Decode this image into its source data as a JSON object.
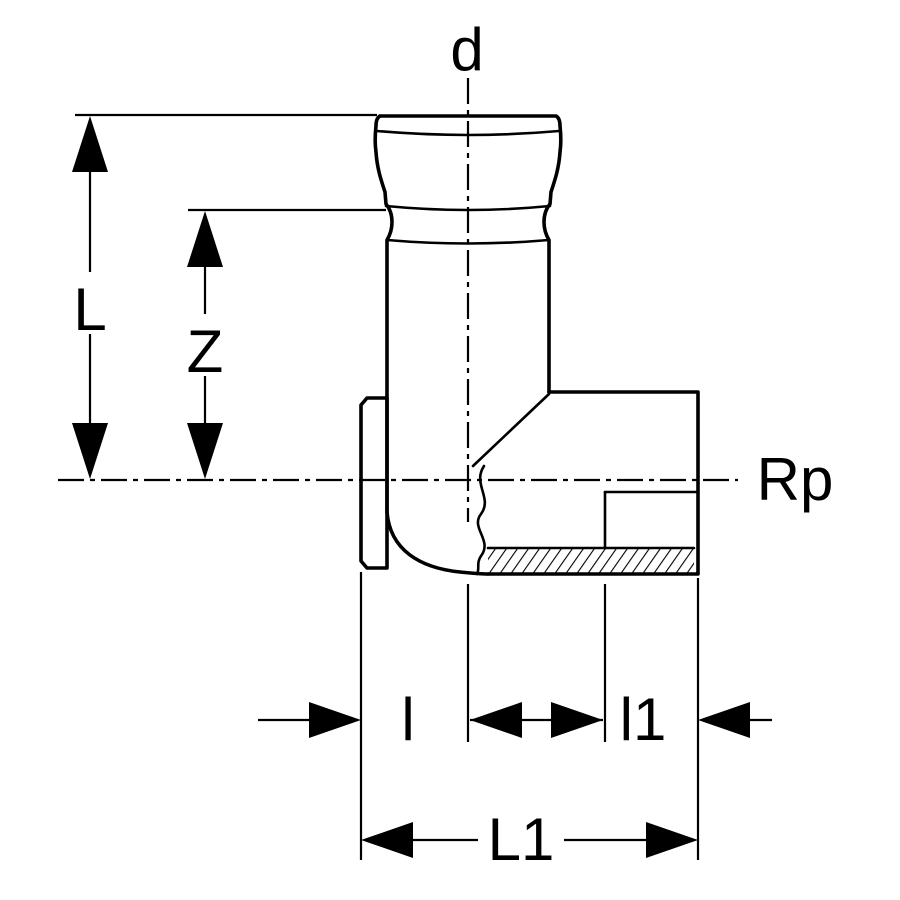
{
  "drawing": {
    "labels": {
      "d": "d",
      "L": "L",
      "Z": "Z",
      "Rp": "Rp",
      "l": "l",
      "l1": "l1",
      "L1": "L1"
    },
    "colors": {
      "line": "#000000",
      "background": "#ffffff"
    }
  }
}
